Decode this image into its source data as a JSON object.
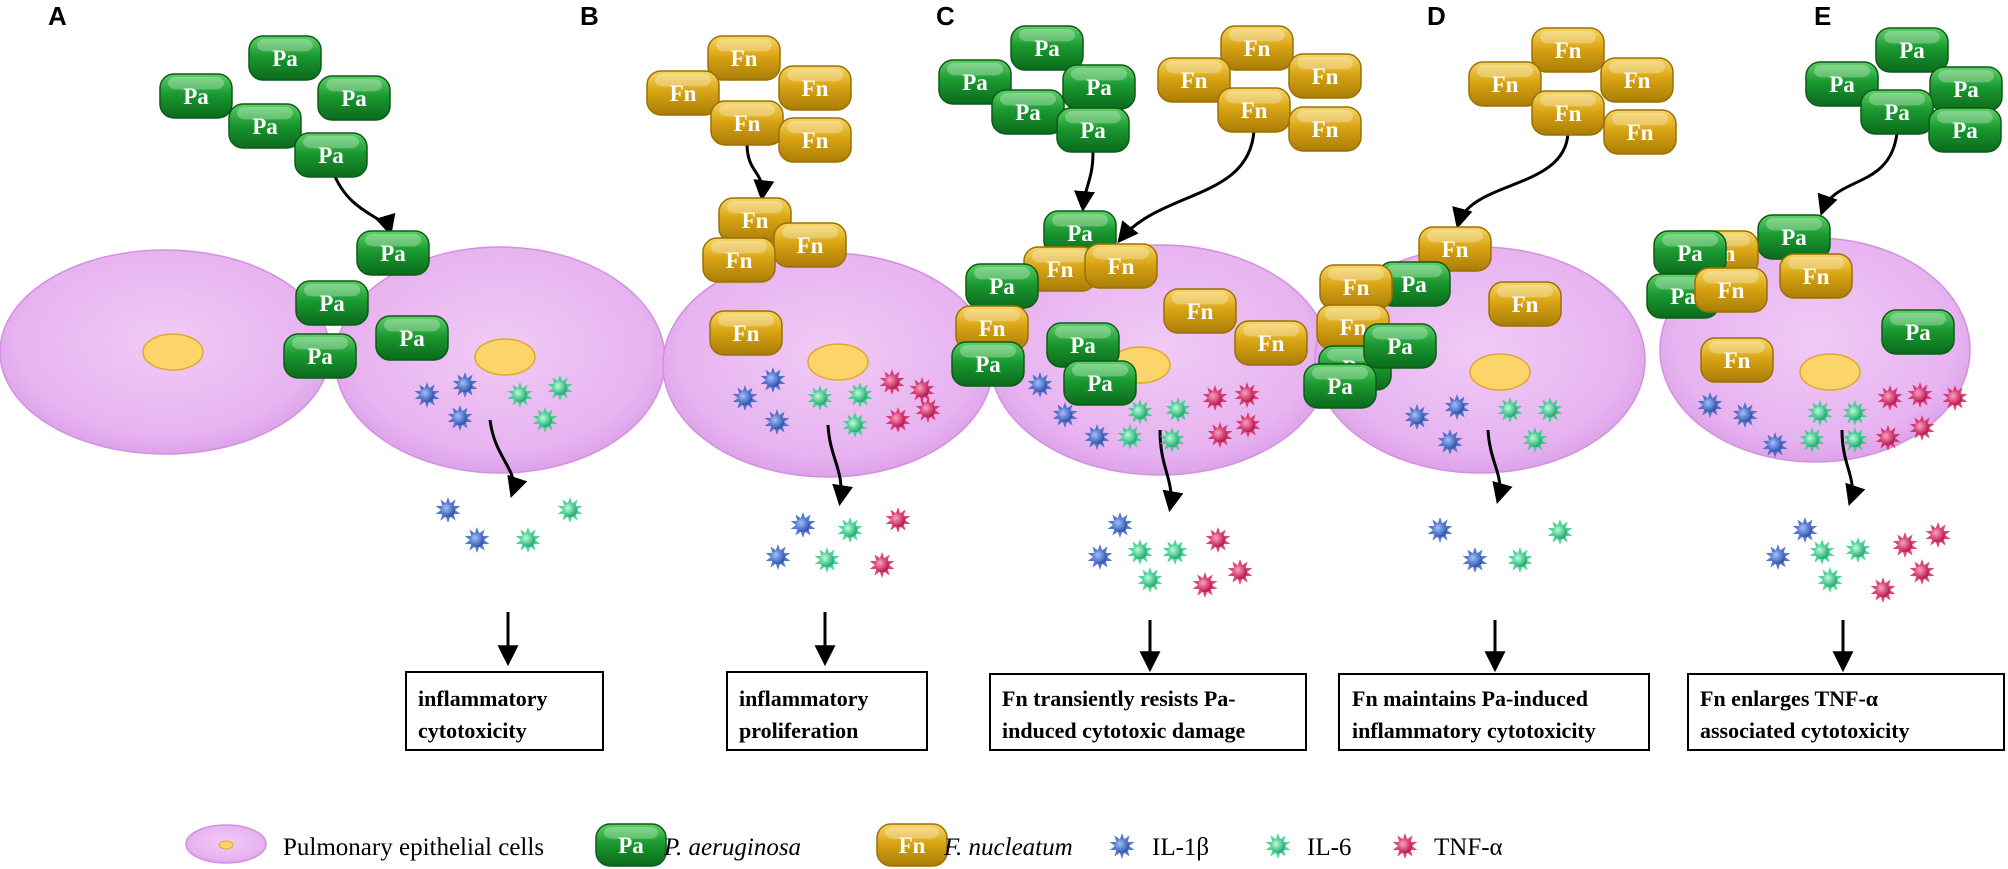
{
  "colors": {
    "cell": "#e7b3f0",
    "cell_edge": "#d48fe0",
    "nucleus": "#fbd46a",
    "pa": "#1a9a30",
    "fn": "#d9a514",
    "il1b": "#3b64c0",
    "il6": "#2fcf86",
    "tnfa": "#d8255e"
  },
  "bacteria_labels": {
    "pa": "Pa",
    "fn": "Fn"
  },
  "panels": [
    {
      "letter": "A",
      "outcome_lines": [
        "inflammatory",
        "cytotoxicity"
      ]
    },
    {
      "letter": "B",
      "outcome_lines": [
        "inflammatory",
        "proliferation"
      ]
    },
    {
      "letter": "C",
      "outcome_lines": [
        "Fn transiently resists Pa-",
        "induced cytotoxic damage"
      ]
    },
    {
      "letter": "D",
      "outcome_lines": [
        "Fn maintains Pa-induced",
        "inflammatory cytotoxicity"
      ]
    },
    {
      "letter": "E",
      "outcome_lines": [
        "Fn enlarges TNF-α",
        "associated cytotoxicity"
      ]
    }
  ],
  "legend": {
    "cells": "Pulmonary epithelial cells",
    "pa_label": "Pa",
    "pa_name": "P. aeruginosa",
    "fn_label": "Fn",
    "fn_name": "F. nucleatum",
    "il1b": "IL-1β",
    "il6": "IL-6",
    "tnfa": "TNF-α"
  }
}
